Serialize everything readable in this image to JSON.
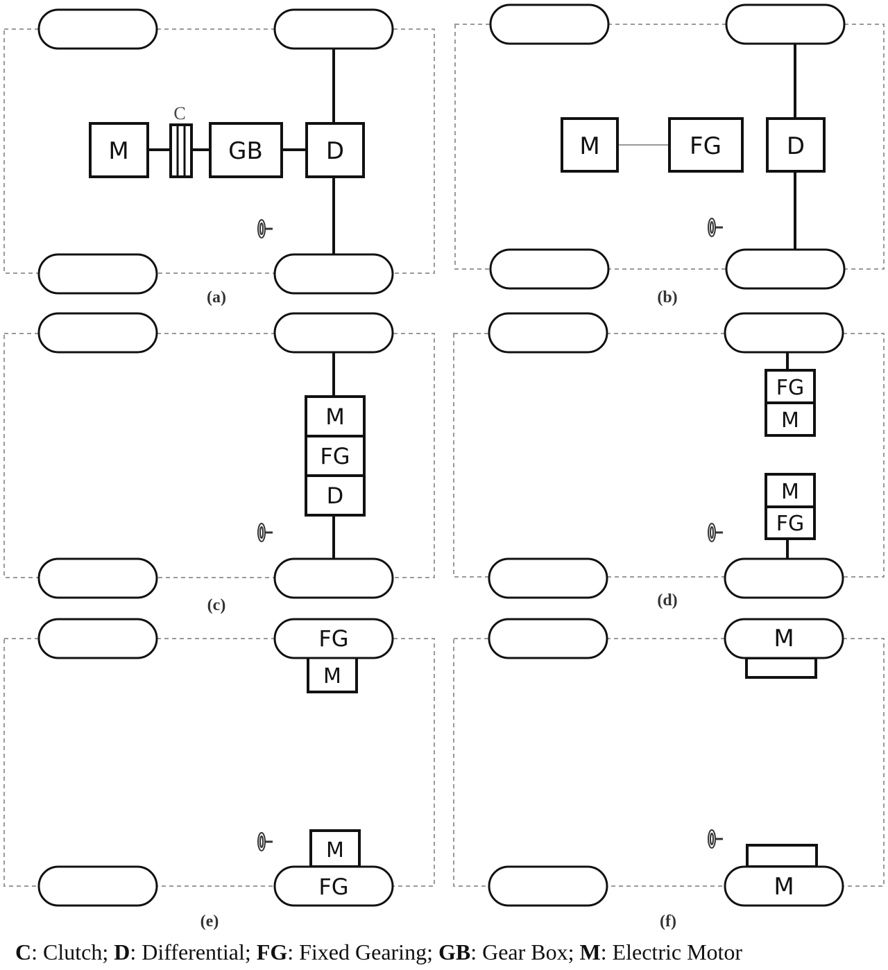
{
  "panels": [
    {
      "id": "a",
      "label": "(a)"
    },
    {
      "id": "b",
      "label": "(b)"
    },
    {
      "id": "c",
      "label": "(c)"
    },
    {
      "id": "d",
      "label": "(d)"
    },
    {
      "id": "e",
      "label": "(e)"
    },
    {
      "id": "f",
      "label": "(f)"
    }
  ],
  "components": {
    "a": {
      "motor": "M",
      "clutch": "C",
      "gearbox": "GB",
      "differential": "D"
    },
    "b": {
      "motor": "M",
      "fixed_gearing": "FG",
      "differential": "D"
    },
    "c": {
      "motor": "M",
      "fixed_gearing": "FG",
      "differential": "D"
    },
    "d": {
      "front_fixed_gearing": "FG",
      "front_motor": "M",
      "rear_motor": "M",
      "rear_fixed_gearing": "FG"
    },
    "e": {
      "front_fixed_gearing": "FG",
      "front_motor": "M",
      "rear_motor": "M",
      "rear_fixed_gearing": "FG"
    },
    "f": {
      "front_motor": "M",
      "rear_motor": "M"
    }
  },
  "legend": [
    {
      "key": "C",
      "desc": ": Clutch; "
    },
    {
      "key": "D",
      "desc": ": Differential; "
    },
    {
      "key": "FG",
      "desc": ": Fixed Gearing; "
    },
    {
      "key": "GB",
      "desc": ": Gear Box; "
    },
    {
      "key": "M",
      "desc": ": Electric Motor"
    }
  ]
}
